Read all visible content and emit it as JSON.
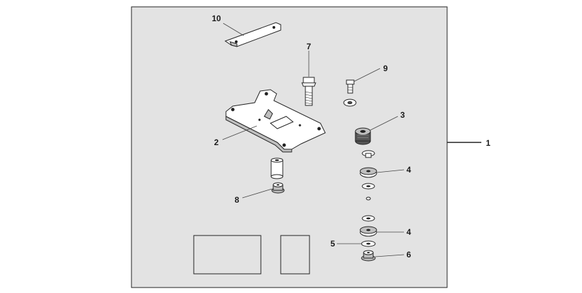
{
  "diagram": {
    "callouts": {
      "kit": "1",
      "bracket_plate": "2",
      "rubber_damper": "3",
      "collar_upper": "4",
      "collar_lower": "4",
      "washer": "5",
      "nut_flange": "6",
      "bolt_large": "7",
      "spacer_collar": "8",
      "bolt_small": "9",
      "stay_bracket": "10"
    }
  }
}
